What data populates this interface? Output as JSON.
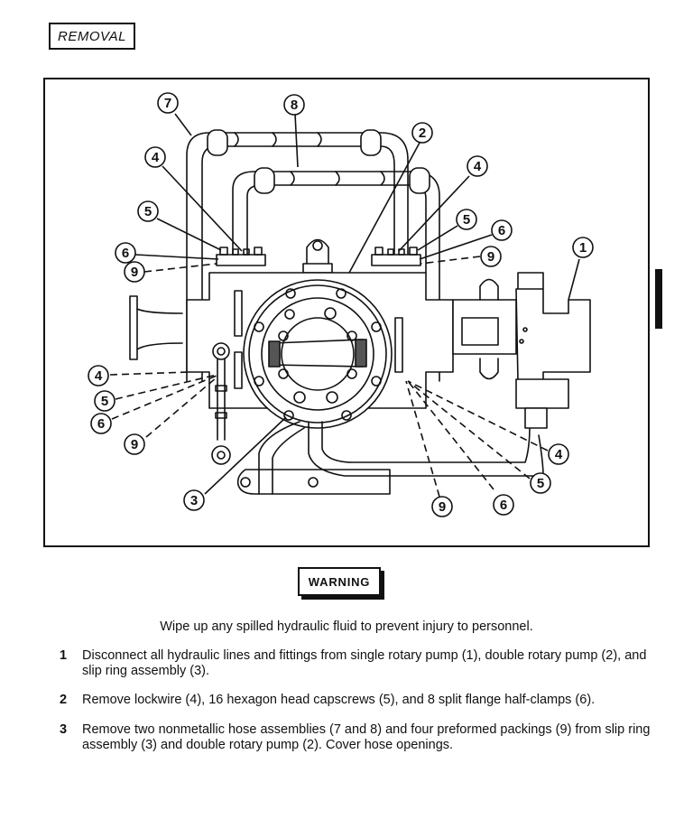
{
  "section_tag": "REMOVAL",
  "figure": {
    "callouts": [
      {
        "id": "c7",
        "label": "7"
      },
      {
        "id": "c8",
        "label": "8"
      },
      {
        "id": "c2",
        "label": "2"
      },
      {
        "id": "c4a",
        "label": "4"
      },
      {
        "id": "c4b",
        "label": "4"
      },
      {
        "id": "c5a",
        "label": "5"
      },
      {
        "id": "c5b",
        "label": "5"
      },
      {
        "id": "c6a",
        "label": "6"
      },
      {
        "id": "c6b",
        "label": "6"
      },
      {
        "id": "c9a",
        "label": "9"
      },
      {
        "id": "c9b",
        "label": "9"
      },
      {
        "id": "c1",
        "label": "1"
      },
      {
        "id": "c4c",
        "label": "4"
      },
      {
        "id": "c5c",
        "label": "5"
      },
      {
        "id": "c6c",
        "label": "6"
      },
      {
        "id": "c9c",
        "label": "9"
      },
      {
        "id": "c3",
        "label": "3"
      },
      {
        "id": "c4d",
        "label": "4"
      },
      {
        "id": "c5d",
        "label": "5"
      },
      {
        "id": "c9d",
        "label": "9"
      },
      {
        "id": "c6d",
        "label": "6"
      }
    ]
  },
  "warning": {
    "badge": "WARNING",
    "text": "Wipe up any spilled hydraulic fluid to prevent injury to personnel."
  },
  "steps": [
    {
      "number": "1",
      "text": "Disconnect all hydraulic lines and fittings from single rotary pump (1), double rotary pump (2), and slip ring assembly (3)."
    },
    {
      "number": "2",
      "text": "Remove lockwire (4), 16 hexagon head capscrews (5), and 8 split flange half-clamps (6)."
    },
    {
      "number": "3",
      "text": "Remove two nonmetallic hose assemblies (7 and 8) and four preformed packings (9) from slip ring assembly (3) and double rotary pump (2).  Cover hose openings."
    }
  ]
}
